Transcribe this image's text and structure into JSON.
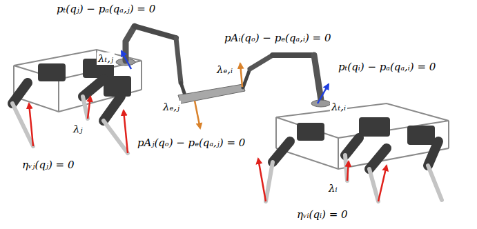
{
  "diagram": {
    "labels": [
      "pₜ(qⱼ) − pₐ(qₐ,ⱼ) = 0",
      "λₜ,ⱼ",
      "pAᵢ(qₒ) − pₑ(qₐ,ᵢ) = 0",
      "λₑ,ᵢ",
      "pₜ(qᵢ) − pₐ(qₐ,ᵢ) = 0",
      "λₜ,ᵢ",
      "λₑ,ⱼ",
      "λⱼ",
      "pAⱼ(qₒ) − pₑ(qₐ,ⱼ) = 0",
      "ηᵥⱼ(qⱼ) = 0",
      "λᵢ",
      "ηᵥᵢ(qᵢ) = 0"
    ]
  }
}
